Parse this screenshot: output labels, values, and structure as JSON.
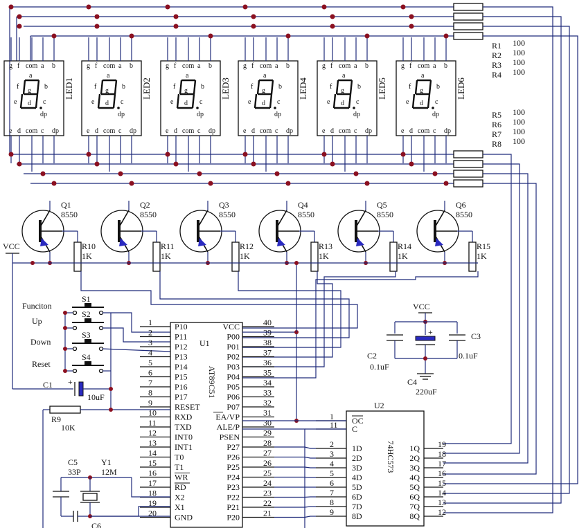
{
  "leds": [
    {
      "name": "LED1",
      "top_pins": [
        "g",
        "f",
        "com",
        "a",
        "b"
      ],
      "bottom_pins": [
        "e",
        "d",
        "com",
        "c",
        "dp"
      ],
      "segments": [
        "a",
        "b",
        "c",
        "d",
        "e",
        "f",
        "g",
        "dp"
      ]
    },
    {
      "name": "LED2",
      "top_pins": [
        "g",
        "f",
        "com",
        "a",
        "b"
      ],
      "bottom_pins": [
        "e",
        "d",
        "com",
        "c",
        "dp"
      ],
      "segments": [
        "a",
        "b",
        "c",
        "d",
        "e",
        "f",
        "g",
        "dp"
      ]
    },
    {
      "name": "LED3",
      "top_pins": [
        "g",
        "f",
        "com",
        "a",
        "b"
      ],
      "bottom_pins": [
        "e",
        "d",
        "com",
        "c",
        "dp"
      ],
      "segments": [
        "a",
        "b",
        "c",
        "d",
        "e",
        "f",
        "g",
        "dp"
      ]
    },
    {
      "name": "LED4",
      "top_pins": [
        "g",
        "f",
        "com",
        "a",
        "b"
      ],
      "bottom_pins": [
        "e",
        "d",
        "com",
        "c",
        "dp"
      ],
      "segments": [
        "a",
        "b",
        "c",
        "d",
        "e",
        "f",
        "g",
        "dp"
      ]
    },
    {
      "name": "LED5",
      "top_pins": [
        "g",
        "f",
        "com",
        "a",
        "b"
      ],
      "bottom_pins": [
        "e",
        "d",
        "com",
        "c",
        "dp"
      ],
      "segments": [
        "a",
        "b",
        "c",
        "d",
        "e",
        "f",
        "g",
        "dp"
      ]
    },
    {
      "name": "LED6",
      "top_pins": [
        "g",
        "f",
        "com",
        "a",
        "b"
      ],
      "bottom_pins": [
        "e",
        "d",
        "com",
        "c",
        "dp"
      ],
      "segments": [
        "a",
        "b",
        "c",
        "d",
        "e",
        "f",
        "g",
        "dp"
      ]
    }
  ],
  "seg_resistors": [
    {
      "ref": "R1",
      "value": "100"
    },
    {
      "ref": "R2",
      "value": "100"
    },
    {
      "ref": "R3",
      "value": "100"
    },
    {
      "ref": "R4",
      "value": "100"
    },
    {
      "ref": "R5",
      "value": "100"
    },
    {
      "ref": "R6",
      "value": "100"
    },
    {
      "ref": "R7",
      "value": "100"
    },
    {
      "ref": "R8",
      "value": "100"
    }
  ],
  "transistors": [
    {
      "ref": "Q1",
      "part": "8550"
    },
    {
      "ref": "Q2",
      "part": "8550"
    },
    {
      "ref": "Q3",
      "part": "8550"
    },
    {
      "ref": "Q4",
      "part": "8550"
    },
    {
      "ref": "Q5",
      "part": "8550"
    },
    {
      "ref": "Q6",
      "part": "8550"
    }
  ],
  "base_resistors": [
    {
      "ref": "R10",
      "value": "1K"
    },
    {
      "ref": "R11",
      "value": "1K"
    },
    {
      "ref": "R12",
      "value": "1K"
    },
    {
      "ref": "R13",
      "value": "1K"
    },
    {
      "ref": "R14",
      "value": "1K"
    },
    {
      "ref": "R15",
      "value": "1K"
    }
  ],
  "vcc_label": "VCC",
  "switches": [
    {
      "ref": "S1",
      "label": "Funciton"
    },
    {
      "ref": "S2",
      "label": "Up"
    },
    {
      "ref": "S3",
      "label": "Down"
    },
    {
      "ref": "S4",
      "label": "Reset"
    }
  ],
  "c1": {
    "ref": "C1",
    "value": "10uF",
    "polarity": "+"
  },
  "r9": {
    "ref": "R9",
    "value": "10K"
  },
  "crystal": {
    "c5_ref": "C5",
    "c5_value": "33P",
    "y1_ref": "Y1",
    "y1_value": "12M",
    "c6_ref": "C6"
  },
  "mcu": {
    "ref": "U1",
    "part": "AT89C51",
    "left_pins": [
      {
        "num": "1",
        "name": "P10"
      },
      {
        "num": "2",
        "name": "P11"
      },
      {
        "num": "3",
        "name": "P12"
      },
      {
        "num": "4",
        "name": "P13"
      },
      {
        "num": "5",
        "name": "P14"
      },
      {
        "num": "6",
        "name": "P15"
      },
      {
        "num": "7",
        "name": "P16"
      },
      {
        "num": "8",
        "name": "P17"
      },
      {
        "num": "9",
        "name": "RESET"
      },
      {
        "num": "10",
        "name": "RXD"
      },
      {
        "num": "11",
        "name": "TXD"
      },
      {
        "num": "12",
        "name": "INT0"
      },
      {
        "num": "13",
        "name": "INT1"
      },
      {
        "num": "14",
        "name": "T0"
      },
      {
        "num": "15",
        "name": "T1"
      },
      {
        "num": "16",
        "name": "WR"
      },
      {
        "num": "17",
        "name": "RD"
      },
      {
        "num": "18",
        "name": "X2"
      },
      {
        "num": "19",
        "name": "X1"
      },
      {
        "num": "20",
        "name": "GND"
      }
    ],
    "right_pins": [
      {
        "num": "40",
        "name": "VCC"
      },
      {
        "num": "39",
        "name": "P00"
      },
      {
        "num": "38",
        "name": "P01"
      },
      {
        "num": "37",
        "name": "P02"
      },
      {
        "num": "36",
        "name": "P03"
      },
      {
        "num": "35",
        "name": "P04"
      },
      {
        "num": "34",
        "name": "P05"
      },
      {
        "num": "33",
        "name": "P06"
      },
      {
        "num": "32",
        "name": "P07"
      },
      {
        "num": "31",
        "name": "EA/VP"
      },
      {
        "num": "30",
        "name": "ALE/P"
      },
      {
        "num": "29",
        "name": "PSEN"
      },
      {
        "num": "28",
        "name": "P27"
      },
      {
        "num": "27",
        "name": "P26"
      },
      {
        "num": "26",
        "name": "P25"
      },
      {
        "num": "25",
        "name": "P24"
      },
      {
        "num": "24",
        "name": "P23"
      },
      {
        "num": "23",
        "name": "P22"
      },
      {
        "num": "22",
        "name": "P21"
      },
      {
        "num": "21",
        "name": "P20"
      }
    ]
  },
  "latch": {
    "ref": "U2",
    "part": "74HC573",
    "left_pins": [
      {
        "num": "1",
        "name": "OC"
      },
      {
        "num": "11",
        "name": "C"
      },
      {
        "num": "2",
        "name": "1D"
      },
      {
        "num": "3",
        "name": "2D"
      },
      {
        "num": "4",
        "name": "3D"
      },
      {
        "num": "5",
        "name": "4D"
      },
      {
        "num": "6",
        "name": "5D"
      },
      {
        "num": "7",
        "name": "6D"
      },
      {
        "num": "8",
        "name": "7D"
      },
      {
        "num": "9",
        "name": "8D"
      }
    ],
    "right_pins": [
      {
        "num": "19",
        "name": "1Q"
      },
      {
        "num": "18",
        "name": "2Q"
      },
      {
        "num": "17",
        "name": "3Q"
      },
      {
        "num": "16",
        "name": "4Q"
      },
      {
        "num": "15",
        "name": "5Q"
      },
      {
        "num": "14",
        "name": "6Q"
      },
      {
        "num": "13",
        "name": "7Q"
      },
      {
        "num": "12",
        "name": "8Q"
      }
    ]
  },
  "supply_caps": {
    "vcc": "VCC",
    "c2_ref": "C2",
    "c2_value": "0.1uF",
    "c3_ref": "C3",
    "c3_value": "0.1uF",
    "c4_ref": "C4",
    "c4_value": "220uF",
    "c4_polarity": "+"
  },
  "colors": {
    "wire": "#1f2a7a",
    "junction": "#8b1020",
    "component": "#111111",
    "led_fill": "#ffffff"
  }
}
